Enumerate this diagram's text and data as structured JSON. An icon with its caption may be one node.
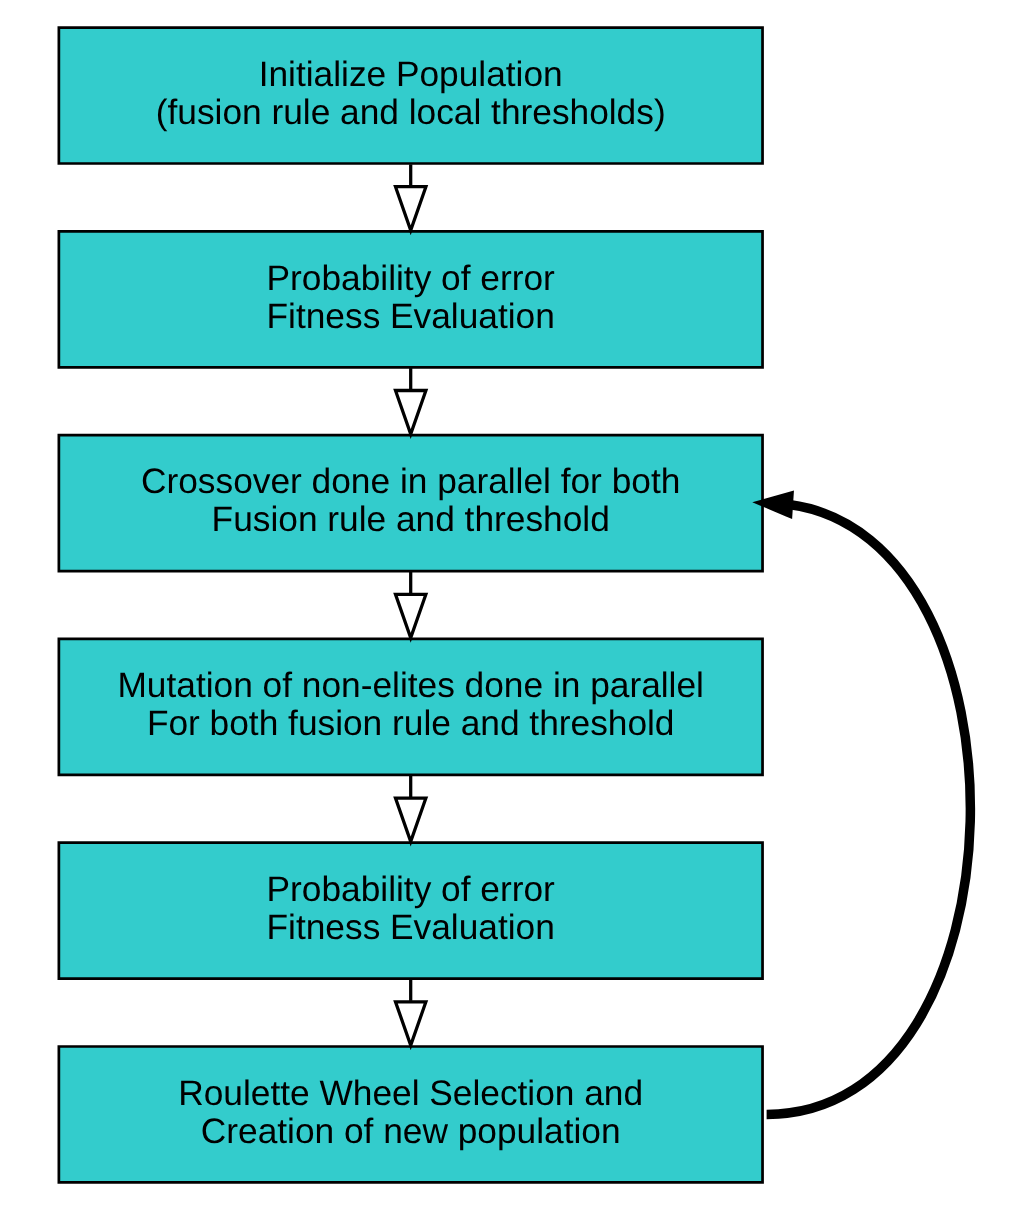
{
  "diagram": {
    "nodes": [
      {
        "text": [
          "Initialize Population",
          "(fusion rule and local thresholds)"
        ]
      },
      {
        "text": [
          "Probability of error",
          "Fitness Evaluation"
        ]
      },
      {
        "text": [
          "Crossover done in parallel for both",
          "Fusion rule and threshold"
        ]
      },
      {
        "text": [
          "Mutation of non-elites done in parallel",
          "For both fusion rule and threshold"
        ]
      },
      {
        "text": [
          "Probability of error",
          "Fitness Evaluation"
        ]
      },
      {
        "text": [
          "Roulette Wheel Selection and",
          "Creation of new population"
        ]
      }
    ],
    "edges": [
      {
        "from": 0,
        "to": 1,
        "arrow": "to"
      },
      {
        "from": 1,
        "to": 2,
        "arrow": "to"
      },
      {
        "from": 2,
        "to": 3,
        "arrow": "to"
      },
      {
        "from": 3,
        "to": 4,
        "arrow": "to"
      },
      {
        "from": 4,
        "to": 5,
        "arrow": "to"
      },
      {
        "from": 5,
        "to": 2,
        "arrow": "to",
        "style": "thick"
      }
    ]
  }
}
